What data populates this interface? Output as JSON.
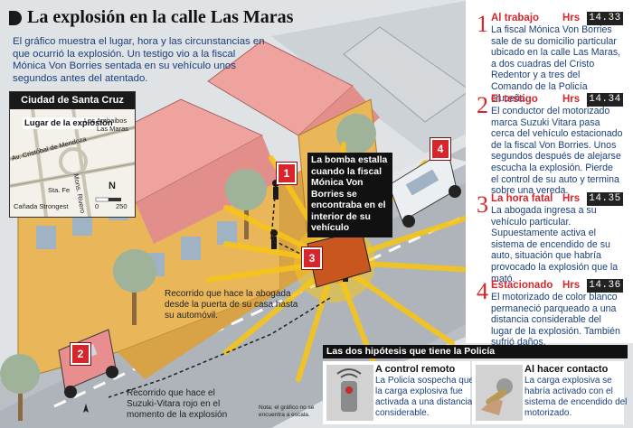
{
  "title": "La explosión en la calle Las Maras",
  "intro": "El gráfico muestra el lugar, hora y las circunstancias en que ocurrió la explosión. Un testigo vio a la fiscal Mónica Von Borries sentada en su vehículo unos segundos antes del atentado.",
  "map": {
    "title": "Ciudad de Santa Cruz",
    "lugar": "Lugar de la explosión",
    "labels": {
      "ambaibos": "Los Ambaibos",
      "maras": "Las Maras",
      "cristobal": "Av. Cristóbal de Mendoza",
      "mons": "Mons. Rivero",
      "stafe": "Sta. Fe",
      "canada": "Cañada Strongest",
      "north": "N",
      "scale0": "0",
      "scale250": "250"
    }
  },
  "markers": {
    "m1": "1",
    "m2": "2",
    "m3": "3",
    "m4": "4"
  },
  "callout": "La bomba estalla cuando la fiscal Mónica Von Borries se encontraba en el interior de su vehículo",
  "notes": {
    "abogada": "Recorrido que hace la abogada desde la puerta de su casa hasta su automóvil.",
    "suzuki": "Recorrido que hace el Suzuki-Vitara rojo en el momento de la explosión",
    "escala": "Nota: el gráfico no se encuentra a escala."
  },
  "steps": [
    {
      "num": "1",
      "title": "Al trabajo",
      "hrs": "Hrs",
      "time": "14.33",
      "text": "La fiscal Mónica Von Borries sale de su domicilio particular ubicado en la calle Las Maras, a dos cuadras del Cristo Redentor y a tres del Comando de la Policía cruceña."
    },
    {
      "num": "2",
      "title": "El testigo",
      "hrs": "Hrs",
      "time": "14.34",
      "text": "El conductor del motorizado marca Suzuki Vitara pasa cerca del vehículo estacionado de la fiscal Von Borries. Unos segundos después de alejarse escucha la explosión. Pierde el control de su auto y termina sobre una vereda."
    },
    {
      "num": "3",
      "title": "La hora fatal",
      "hrs": "Hrs",
      "time": "14.35",
      "text": "La abogada ingresa a su vehículo particular. Supuestamente activa el sistema de encendido de su auto, situación que habría provocado la explosión que la mató."
    },
    {
      "num": "4",
      "title": "Estacionado",
      "hrs": "Hrs",
      "time": "14.36",
      "text": "El motorizado de color blanco permaneció parqueado a una distancia considerable del lugar de la explosión. También sufrió daños."
    }
  ],
  "hypotheses": {
    "header": "Las dos hipótesis que tiene la Policía",
    "items": [
      {
        "title": "A control remoto",
        "text": "La Policía sospecha que la carga explosiva fue activada a una distancia considerable."
      },
      {
        "title": "Al hacer contacto",
        "text": "La carga explosiva se habría activado con el sistema de encendido del motorizado."
      }
    ]
  },
  "colors": {
    "accent_red": "#d6262c",
    "text_blue": "#1a3f7a",
    "building": "#e9b75a",
    "roof": "#eea39f",
    "street": "#c8cdd1",
    "blast": "#f6c51a"
  }
}
